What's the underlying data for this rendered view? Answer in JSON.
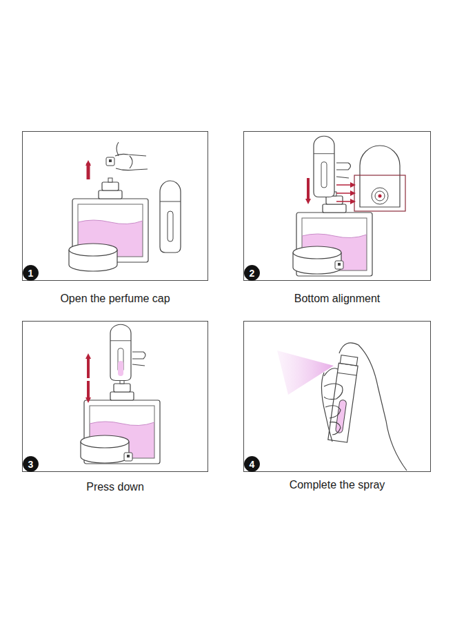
{
  "diagram": {
    "nodes": [
      {
        "text": [
          "Open the perfume cap"
        ]
      },
      {
        "text": [
          "1"
        ],
        "in": 0
      },
      {
        "text": [
          "Bottom alignment"
        ]
      },
      {
        "text": [
          "2"
        ],
        "in": 2
      },
      {
        "text": [
          "Press down"
        ]
      },
      {
        "text": [
          "3"
        ],
        "in": 4
      },
      {
        "text": [
          "Complete the spray"
        ]
      },
      {
        "text": [
          "4"
        ],
        "in": 6
      }
    ]
  }
}
